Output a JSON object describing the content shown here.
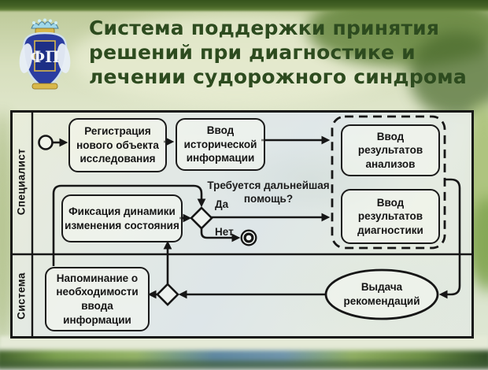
{
  "slide": {
    "title_lines": [
      "Система поддержки принятия",
      "решений при диагностике и",
      "лечении судорожного синдрома"
    ],
    "title_color": "#2d4b1f"
  },
  "logo": {
    "monogram": "ФП"
  },
  "diagram": {
    "lanes": {
      "specialist": "Специалист",
      "system": "Система"
    },
    "boxes": {
      "registration": "Регистрация\nнового объекта\nисследования",
      "history": "Ввод\nисторической\nинформации",
      "analysis": "Ввод\nрезультатов\nанализов",
      "diagnostics": "Ввод\nрезультатов\nдиагностики",
      "fixation": "Фиксация динамики\nизменения состояния",
      "reminder": "Напоминание о\nнеобходимости\nввода\nинформации",
      "recommendations": "Выдача\nрекомендаций"
    },
    "decision": {
      "question": "Требуется дальнейшая\nпомощь?",
      "yes": "Да",
      "no": "Нет"
    },
    "colors": {
      "line": "#161616",
      "panel_fill": "#e4ebec"
    }
  }
}
